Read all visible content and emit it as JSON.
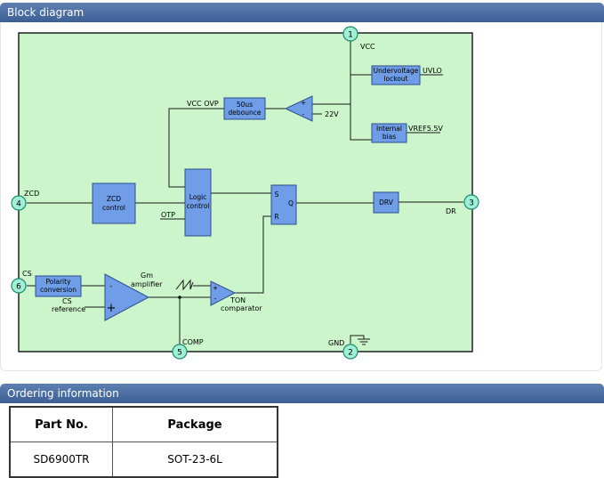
{
  "sections": {
    "block_diagram_title": "Block diagram",
    "ordering_title": "Ordering information"
  },
  "diagram": {
    "pins": {
      "p1": "1",
      "p2": "2",
      "p3": "3",
      "p4": "4",
      "p5": "5",
      "p6": "6"
    },
    "pin_labels": {
      "vcc": "VCC",
      "gnd": "GND",
      "dr": "DR",
      "zcd": "ZCD",
      "comp": "COMP",
      "cs": "CS"
    },
    "blocks": {
      "uvlo_line1": "Undervoltage",
      "uvlo_line2": "lockout",
      "bias_line1": "Internal",
      "bias_line2": "bias",
      "debounce_line1": "50us",
      "debounce_line2": "debounce",
      "zcd_line1": "ZCD",
      "zcd_line2": "control",
      "logic_line1": "Logic",
      "logic_line2": "control",
      "drv": "DRV",
      "polarity_line1": "Polarity",
      "polarity_line2": "conversion",
      "ff_s": "S",
      "ff_r": "R",
      "ff_q": "Q"
    },
    "signals": {
      "uvlo": "UVLO",
      "vref": "VREF5.5V",
      "vcc_ovp": "VCC OVP",
      "v22": "22V",
      "otp": "OTP",
      "gm_line1": "Gm",
      "gm_line2": "amplifier",
      "cs_ref_line1": "CS",
      "cs_ref_line2": "reference",
      "ton_line1": "TON",
      "ton_line2": "comparator",
      "plus": "+",
      "minus": "-"
    }
  },
  "ordering": {
    "headers": [
      "Part No.",
      "Package"
    ],
    "rows": [
      [
        "SD6900TR",
        "SOT-23-6L"
      ]
    ]
  },
  "colors": {
    "header_bar": "#4a6ea3",
    "chip_fill": "#ccf5cc",
    "block_fill": "#6f9de8",
    "pin_fill": "#9ff0d6"
  }
}
